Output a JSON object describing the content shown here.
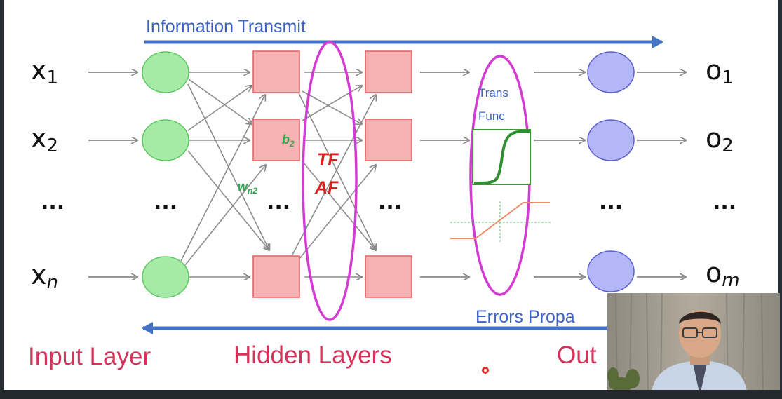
{
  "top_arrow_label": "Information Transmit",
  "bottom_arrow_label": "Errors Propa",
  "inputs": [
    {
      "base": "x",
      "sub": "1"
    },
    {
      "base": "x",
      "sub": "2"
    },
    {
      "base": "x",
      "sub": "n"
    }
  ],
  "outputs": [
    {
      "base": "o",
      "sub": "1"
    },
    {
      "base": "o",
      "sub": "2"
    },
    {
      "base": "o",
      "sub": "m"
    }
  ],
  "ellipsis": "...",
  "bias_label": {
    "base": "b",
    "sub": "2"
  },
  "weight_label": {
    "base": "w",
    "sub": "n2"
  },
  "tf_label": "TF",
  "af_label": "AF",
  "trans_func_line1": "Trans",
  "trans_func_line2": "Func",
  "layer_labels": {
    "input": "Input Layer",
    "hidden": "Hidden Layers",
    "output": "Out"
  },
  "colors": {
    "input_node": "#a6eaa8",
    "hidden_node": "#f7b3b3",
    "output_node": "#b3b6f7",
    "arrow_blue": "#4472c4",
    "highlight_ellipse": "#d33bd3",
    "layer_text": "#d6325a"
  }
}
